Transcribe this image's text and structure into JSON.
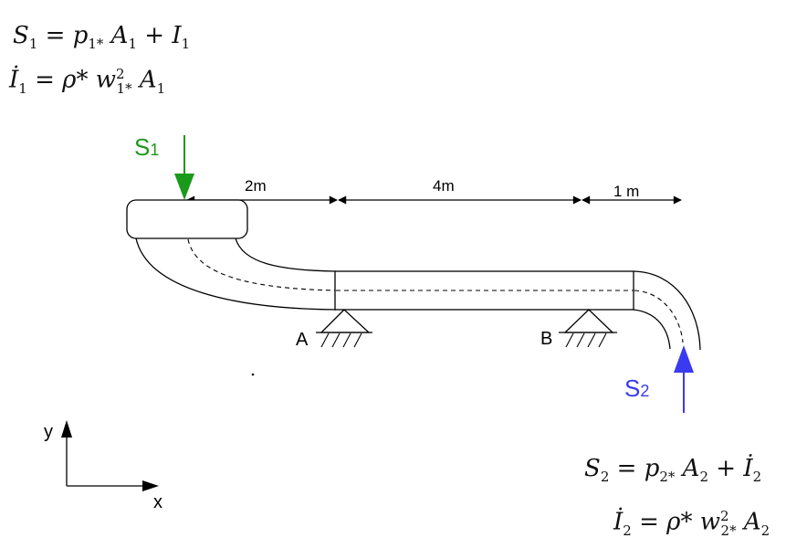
{
  "equations": {
    "s1": {
      "lhs": "S",
      "lhs_sub": "1",
      "p": "p",
      "p_sub": "1*",
      "area": "A",
      "area_sub": "1",
      "i": "I",
      "i_sub": "1"
    },
    "i1": {
      "lhs": "İ",
      "lhs_sub": "1",
      "rho": "ρ*",
      "w": "w",
      "w_sup": "2",
      "w_sub": "1*",
      "area": "A",
      "area_sub": "1"
    },
    "s2": {
      "lhs": "S",
      "lhs_sub": "2",
      "p": "p",
      "p_sub": "2*",
      "area": "A",
      "area_sub": "2",
      "i": "İ",
      "i_sub": "2"
    },
    "i2": {
      "lhs": "İ",
      "lhs_sub": "2",
      "rho": "ρ*",
      "w": "w",
      "w_sup": "2",
      "w_sub": "2*",
      "area": "A",
      "area_sub": "2"
    }
  },
  "forces": {
    "s1": {
      "label": "S",
      "sub": "1",
      "color": "#1a9a1a"
    },
    "s2": {
      "label": "S",
      "sub": "2",
      "color": "#3a3af0"
    }
  },
  "dimensions": {
    "d1": "2m",
    "d2": "4m",
    "d3": "1 m"
  },
  "supports": {
    "a": "A",
    "b": "B"
  },
  "axes": {
    "x": "x",
    "y": "y"
  }
}
